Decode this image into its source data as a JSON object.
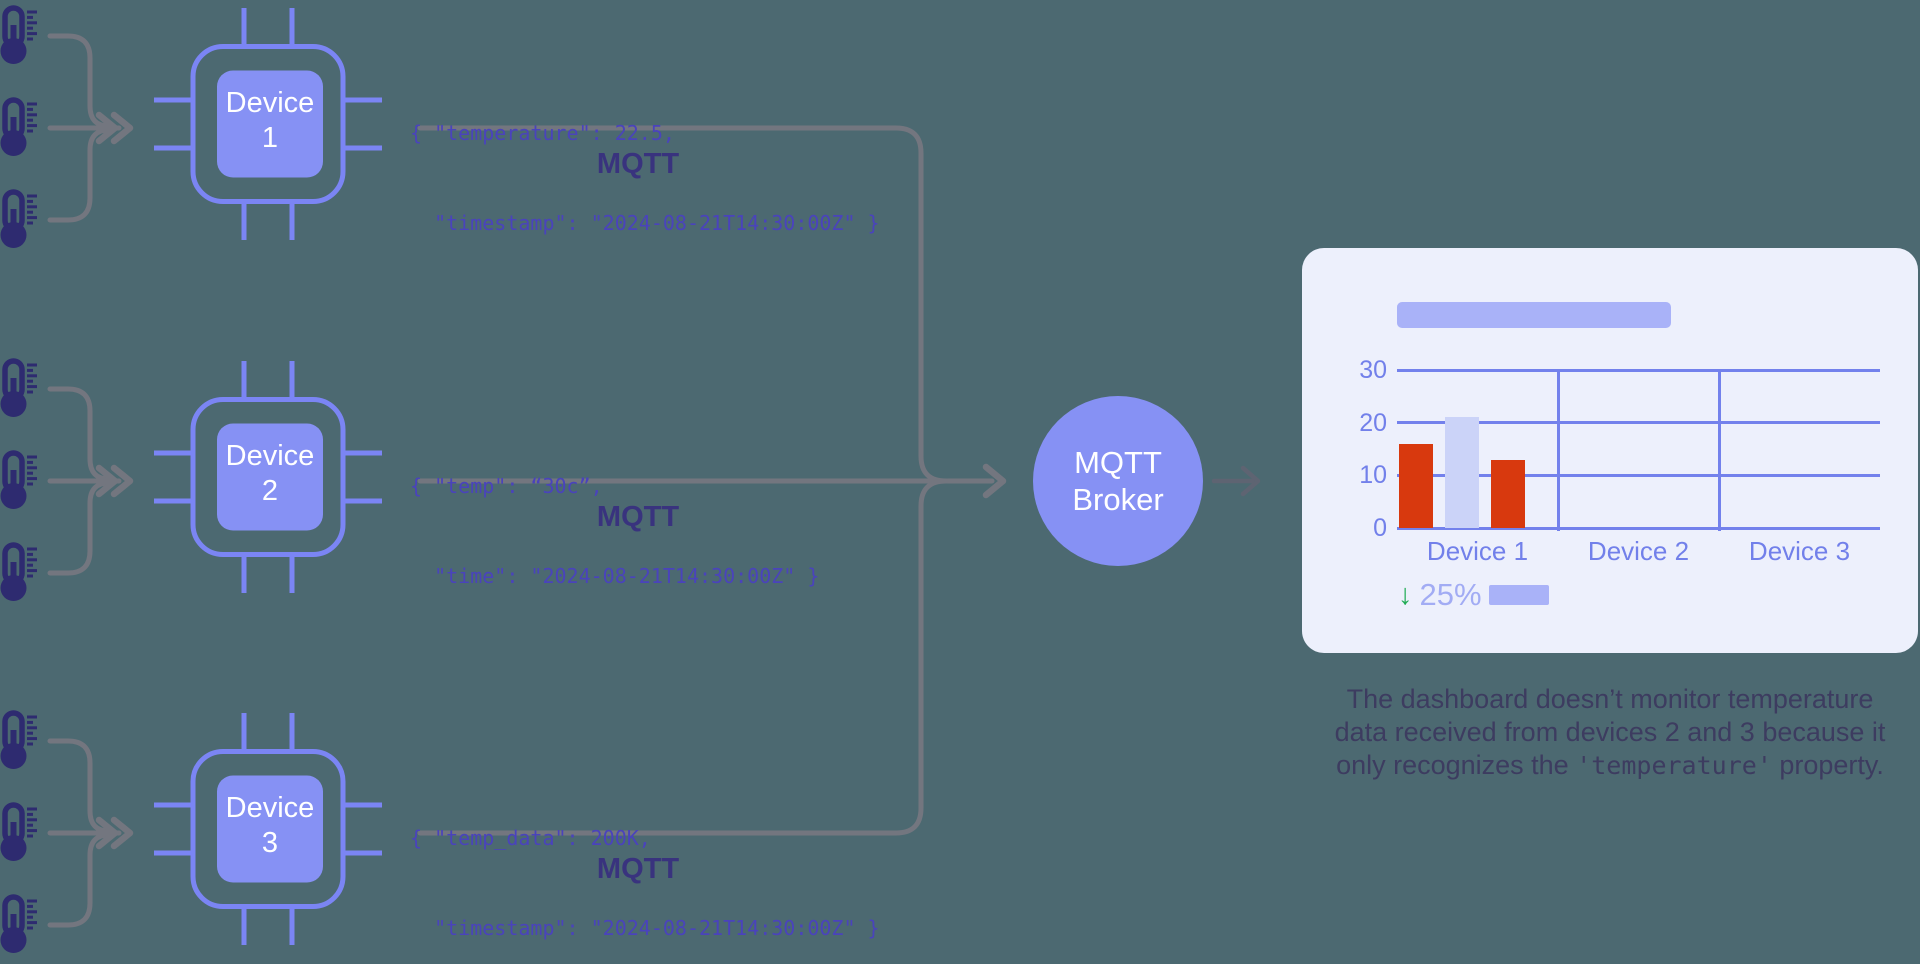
{
  "devices": [
    {
      "label": "Device 1",
      "sensors": 3,
      "sensor_icon": "thermometer-icon",
      "payload_line1": "{ \"temperature\": 22.5,",
      "payload_line2": "  \"timestamp\": \"2024-08-21T14:30:00Z\" }",
      "protocol": "MQTT"
    },
    {
      "label": "Device 2",
      "sensors": 3,
      "sensor_icon": "thermometer-icon",
      "payload_line1": "{ \"temp\": “30c”,",
      "payload_line2": "  \"time\": \"2024-08-21T14:30:00Z\" }",
      "protocol": "MQTT"
    },
    {
      "label": "Device 3",
      "sensors": 3,
      "sensor_icon": "thermometer-icon",
      "payload_line1": "{ \"temp_data\": 200K,",
      "payload_line2": "  \"timestamp\": \"2024-08-21T14:30:00Z\" }",
      "protocol": "MQTT"
    }
  ],
  "broker": {
    "label": "MQTT Broker"
  },
  "dashboard": {
    "stat": {
      "arrow": "↓",
      "value": "25%"
    },
    "chart_data": {
      "type": "bar",
      "title": "",
      "title_placeholder": true,
      "categories": [
        "Device 1",
        "Device 2",
        "Device 3"
      ],
      "groups": [
        {
          "category": "Device 1",
          "bars": [
            {
              "value": 16,
              "color": "#D8390E"
            },
            {
              "value": 21,
              "color": "#CBD3F8"
            },
            {
              "value": 13,
              "color": "#D8390E"
            }
          ]
        },
        {
          "category": "Device 2",
          "bars": []
        },
        {
          "category": "Device 3",
          "bars": []
        }
      ],
      "yticks": [
        0,
        10,
        20,
        30
      ],
      "ylim": [
        0,
        30
      ],
      "grid": true,
      "xlabel": "",
      "ylabel": ""
    }
  },
  "caption": {
    "line1": "The dashboard doesn’t monitor temperature",
    "line2": "data received from devices 2 and 3 because it",
    "line3_pre": "only recognizes the ",
    "line3_code": "'temperature'",
    "line3_post": " property."
  },
  "colors": {
    "background": "#4C6971",
    "thermometer": "#2E2B70",
    "connector": "#73767F",
    "arrow_dark": "#5E6472",
    "chip_border": "#7B85F4",
    "chip_fill": "#8691F4",
    "payload_text": "#4A43BC",
    "protocol_text": "#39337E",
    "card_bg": "#EDF0FC",
    "placeholder": "#A9B2F8",
    "grid": "#7381EC",
    "axis_text": "#7280EA",
    "bar_red": "#D8390E",
    "bar_lavender": "#CBD3F8",
    "stat_green": "#21AC55",
    "stat_text": "#A2ACF4",
    "caption_text": "#3D3C60"
  }
}
